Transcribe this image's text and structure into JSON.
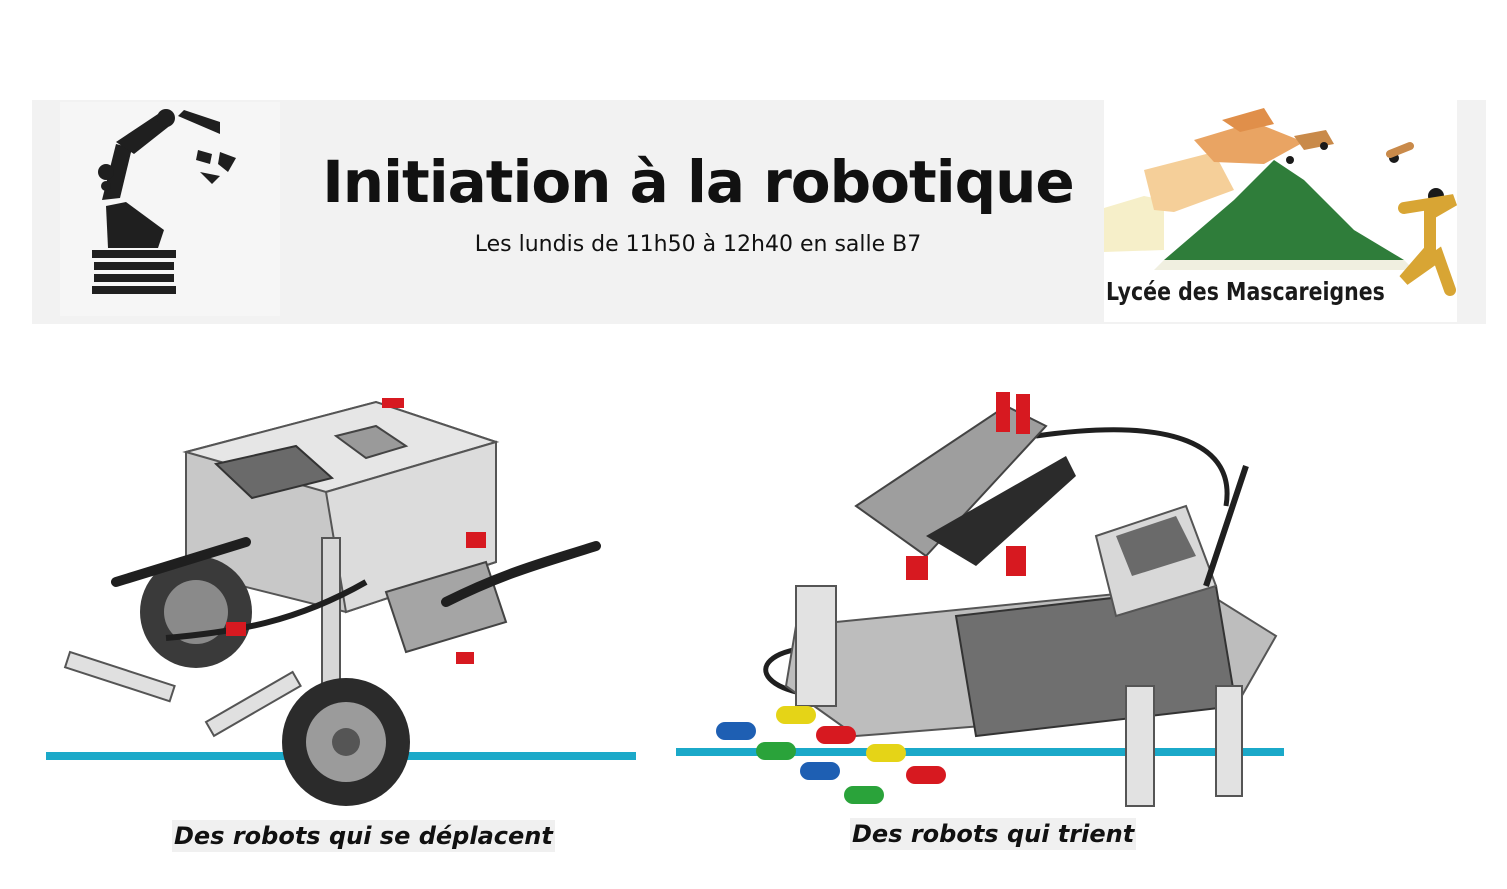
{
  "header": {
    "title": "Initiation à la robotique",
    "subtitle": "Les lundis de 11h50 à 12h40 en salle B7"
  },
  "school_logo": {
    "name": "Lycée des Mascareignes"
  },
  "figures": [
    {
      "caption": "Des robots qui se déplacent"
    },
    {
      "caption": "Des robots qui trient"
    }
  ],
  "colors": {
    "line": "#1ba9c9",
    "robot_grey": "#b9b9b9",
    "robot_dark": "#2b2b2b",
    "accent_red": "#d71920",
    "logo_green": "#2f7d3a",
    "logo_orange": "#e79a4f",
    "logo_yellow": "#d8a534"
  }
}
